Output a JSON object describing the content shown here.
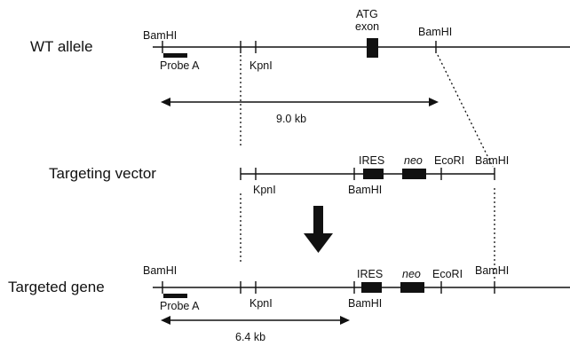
{
  "wt": {
    "title": "WT allele",
    "bamhi_left": "BamHI",
    "probe": "Probe A",
    "kpni": "KpnI",
    "atg": "ATG",
    "exon": "exon",
    "bamhi_right": "BamHI",
    "distance": "9.0 kb"
  },
  "vector": {
    "title": "Targeting vector",
    "kpni": "KpnI",
    "ires": "IRES",
    "bamhi_ires": "BamHI",
    "neo": "neo",
    "ecori": "EcoRI",
    "bamhi_right": "BamHI"
  },
  "targeted": {
    "title": "Targeted gene",
    "bamhi_left": "BamHI",
    "probe": "Probe A",
    "kpni": "KpnI",
    "ires": "IRES",
    "bamhi_ires": "BamHI",
    "neo": "neo",
    "ecori": "EcoRI",
    "bamhi_right": "BamHI",
    "distance": "6.4 kb"
  }
}
